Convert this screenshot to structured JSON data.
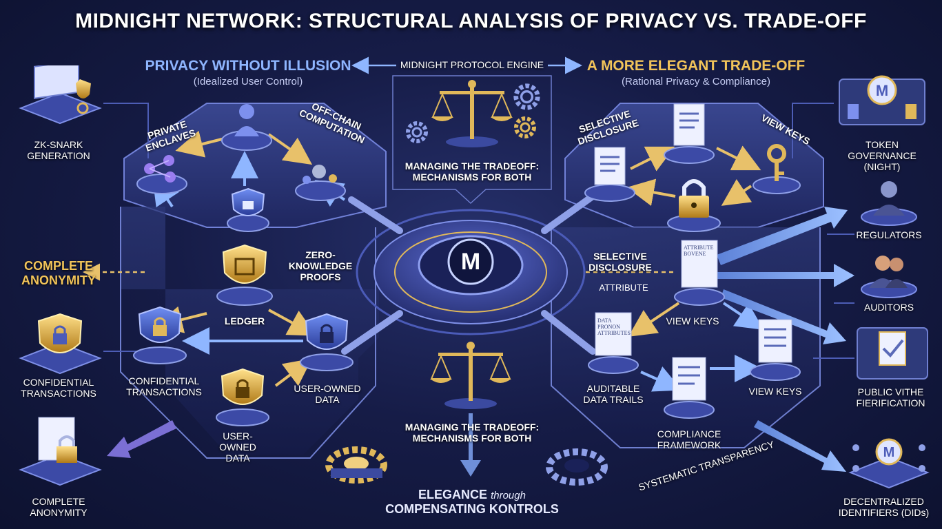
{
  "title": "MIDNIGHT NETWORK: STRUCTURAL ANALYSIS OF PRIVACY VS. TRADE-OFF",
  "left_panel": {
    "heading": "PRIVACY WITHOUT ILLUSION",
    "subheading": "(Idealized User Control)",
    "private_enclaves": "PRIVATE ENCLAVES",
    "off_chain": "OFF-CHAIN COMPUTATION",
    "ledger": "LEDGER",
    "zkp": "ZERO-KNOWLEDGE PROOFS",
    "confidential": "CONFIDENTIAL TRANSACTIONS",
    "user_owned_right": "USER-OWNED DATA",
    "user_owned_bottom": "USER-OWNED DATA"
  },
  "center": {
    "engine": "MIDNIGHT PROTOCOL ENGINE",
    "tradeoff_top": "MANAGING THE TRADEOFF: MECHANISMS FOR BOTH",
    "tradeoff_bottom": "MANAGING THE TRADEOFF: MECHANISMS FOR BOTH",
    "elegance_a": "ELEGANCE",
    "elegance_b": "through",
    "elegance_c": "COMPENSATING KONTROLS",
    "logo_letter": "M"
  },
  "right_panel": {
    "heading": "A MORE ELEGANT TRADE-OFF",
    "subheading": "(Rational Privacy & Compliance)",
    "selective_top": "SELECTIVE DISCLOSURE",
    "view_keys_top": "VIEW KEYS",
    "selective_mid": "SELECTIVE DISCLOSURE",
    "attribute": "ATTRIBUTE",
    "attribute_doc": "ATTRIBUTE BOVENE",
    "view_keys_mid": "VIEW KEYS",
    "data_doc": "DATA PRONON ATTRIBUTES",
    "auditable": "AUDITABLE DATA TRAILS",
    "view_keys_bottom": "VIEW KEYS",
    "compliance": "COMPLIANCE FRAMEWORK",
    "systematic": "SYSTEMATIC TRANSPARENCY"
  },
  "left_side": {
    "zk": "ZK-SNARK GENERATION",
    "complete_big": "COMPLETE ANONYMITY",
    "confidential": "CONFIDENTIAL TRANSACTIONS",
    "complete_small": "COMPLETE ANONYMITY"
  },
  "right_side": {
    "token": "TOKEN GOVERNANCE (NIGHT)",
    "regulators": "REGULATORS",
    "auditors": "AUDITORS",
    "public": "PUBLIC VITHE FIERIFICATION",
    "did": "DECENTRALIZED IDENTIFIERS (DIDs)"
  },
  "colors": {
    "accent_blue": "#8fb6ff",
    "accent_gold": "#f2c45a",
    "panel": "#2e3a7a",
    "panel_edge": "#6f7fd0"
  }
}
